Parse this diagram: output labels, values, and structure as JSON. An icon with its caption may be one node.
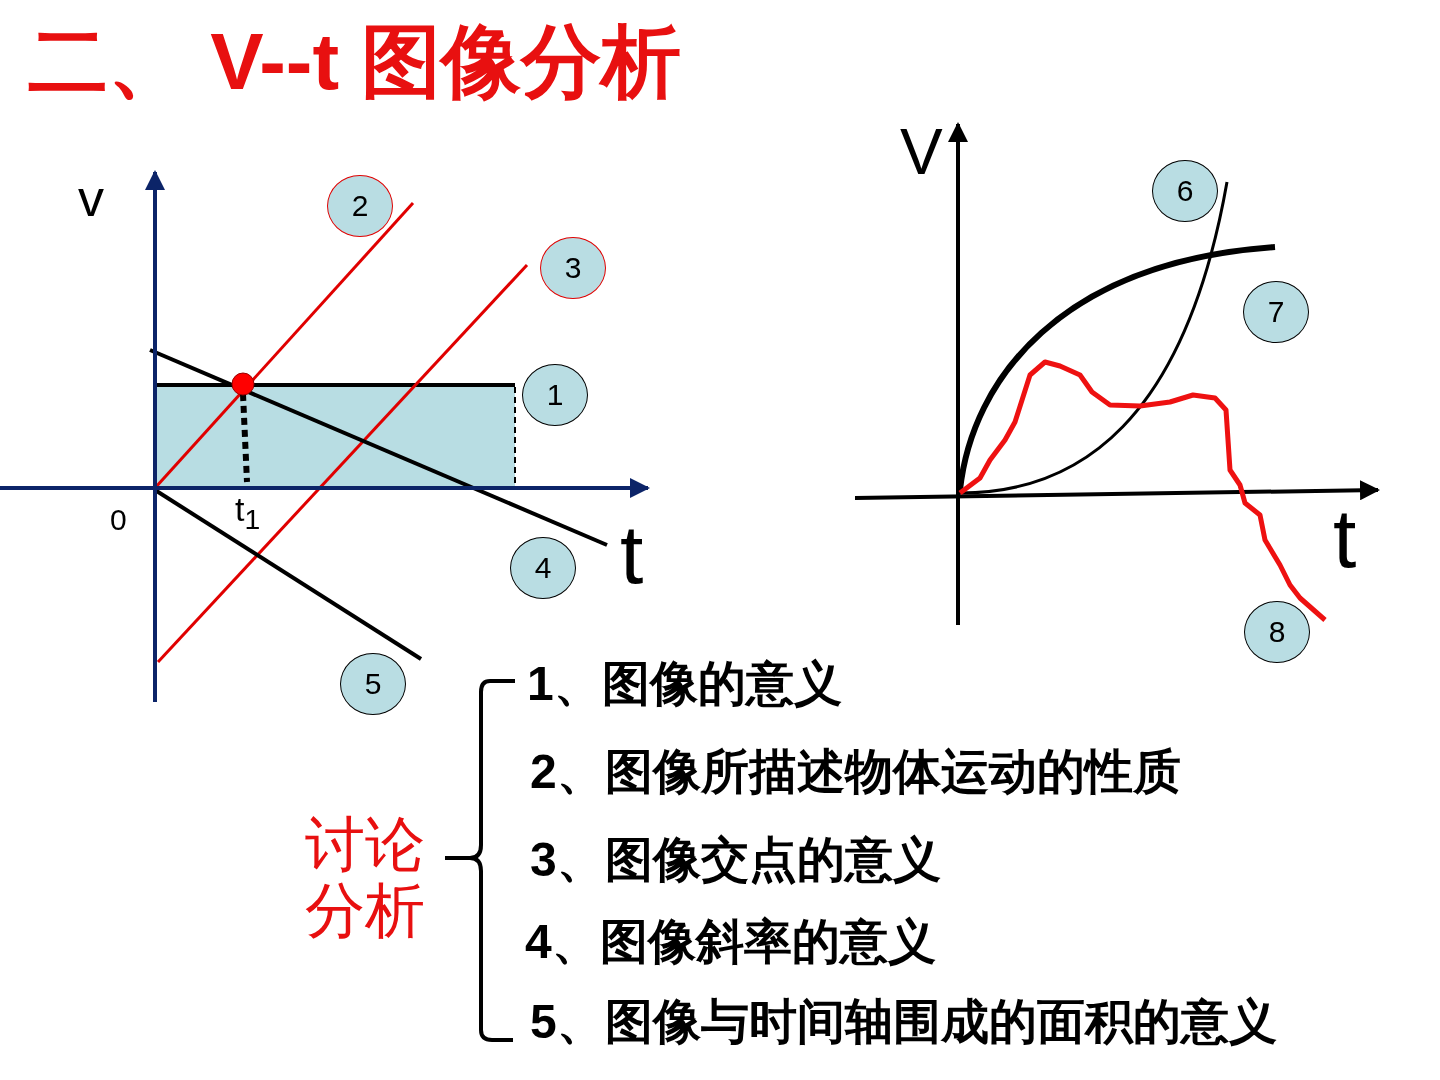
{
  "diagram": {
    "title": "二、 V--t 图像分析",
    "nodes": [
      {
        "text": [
          "1"
        ]
      },
      {
        "text": [
          "2"
        ]
      },
      {
        "text": [
          "3"
        ]
      },
      {
        "text": [
          "4"
        ]
      },
      {
        "text": [
          "5"
        ]
      },
      {
        "text": [
          "6"
        ]
      },
      {
        "text": [
          "7"
        ]
      },
      {
        "text": [
          "8"
        ]
      }
    ],
    "labels": [
      "v",
      "V",
      "0",
      "t$_{1}$",
      "t",
      "t",
      "1、图像的意义",
      "2、图像所描述物体运动的性质",
      "讨论分析",
      "3、图像交点的意义",
      "4、图像斜率的意义",
      "5、图像与时间轴围成的面积的意义"
    ]
  }
}
